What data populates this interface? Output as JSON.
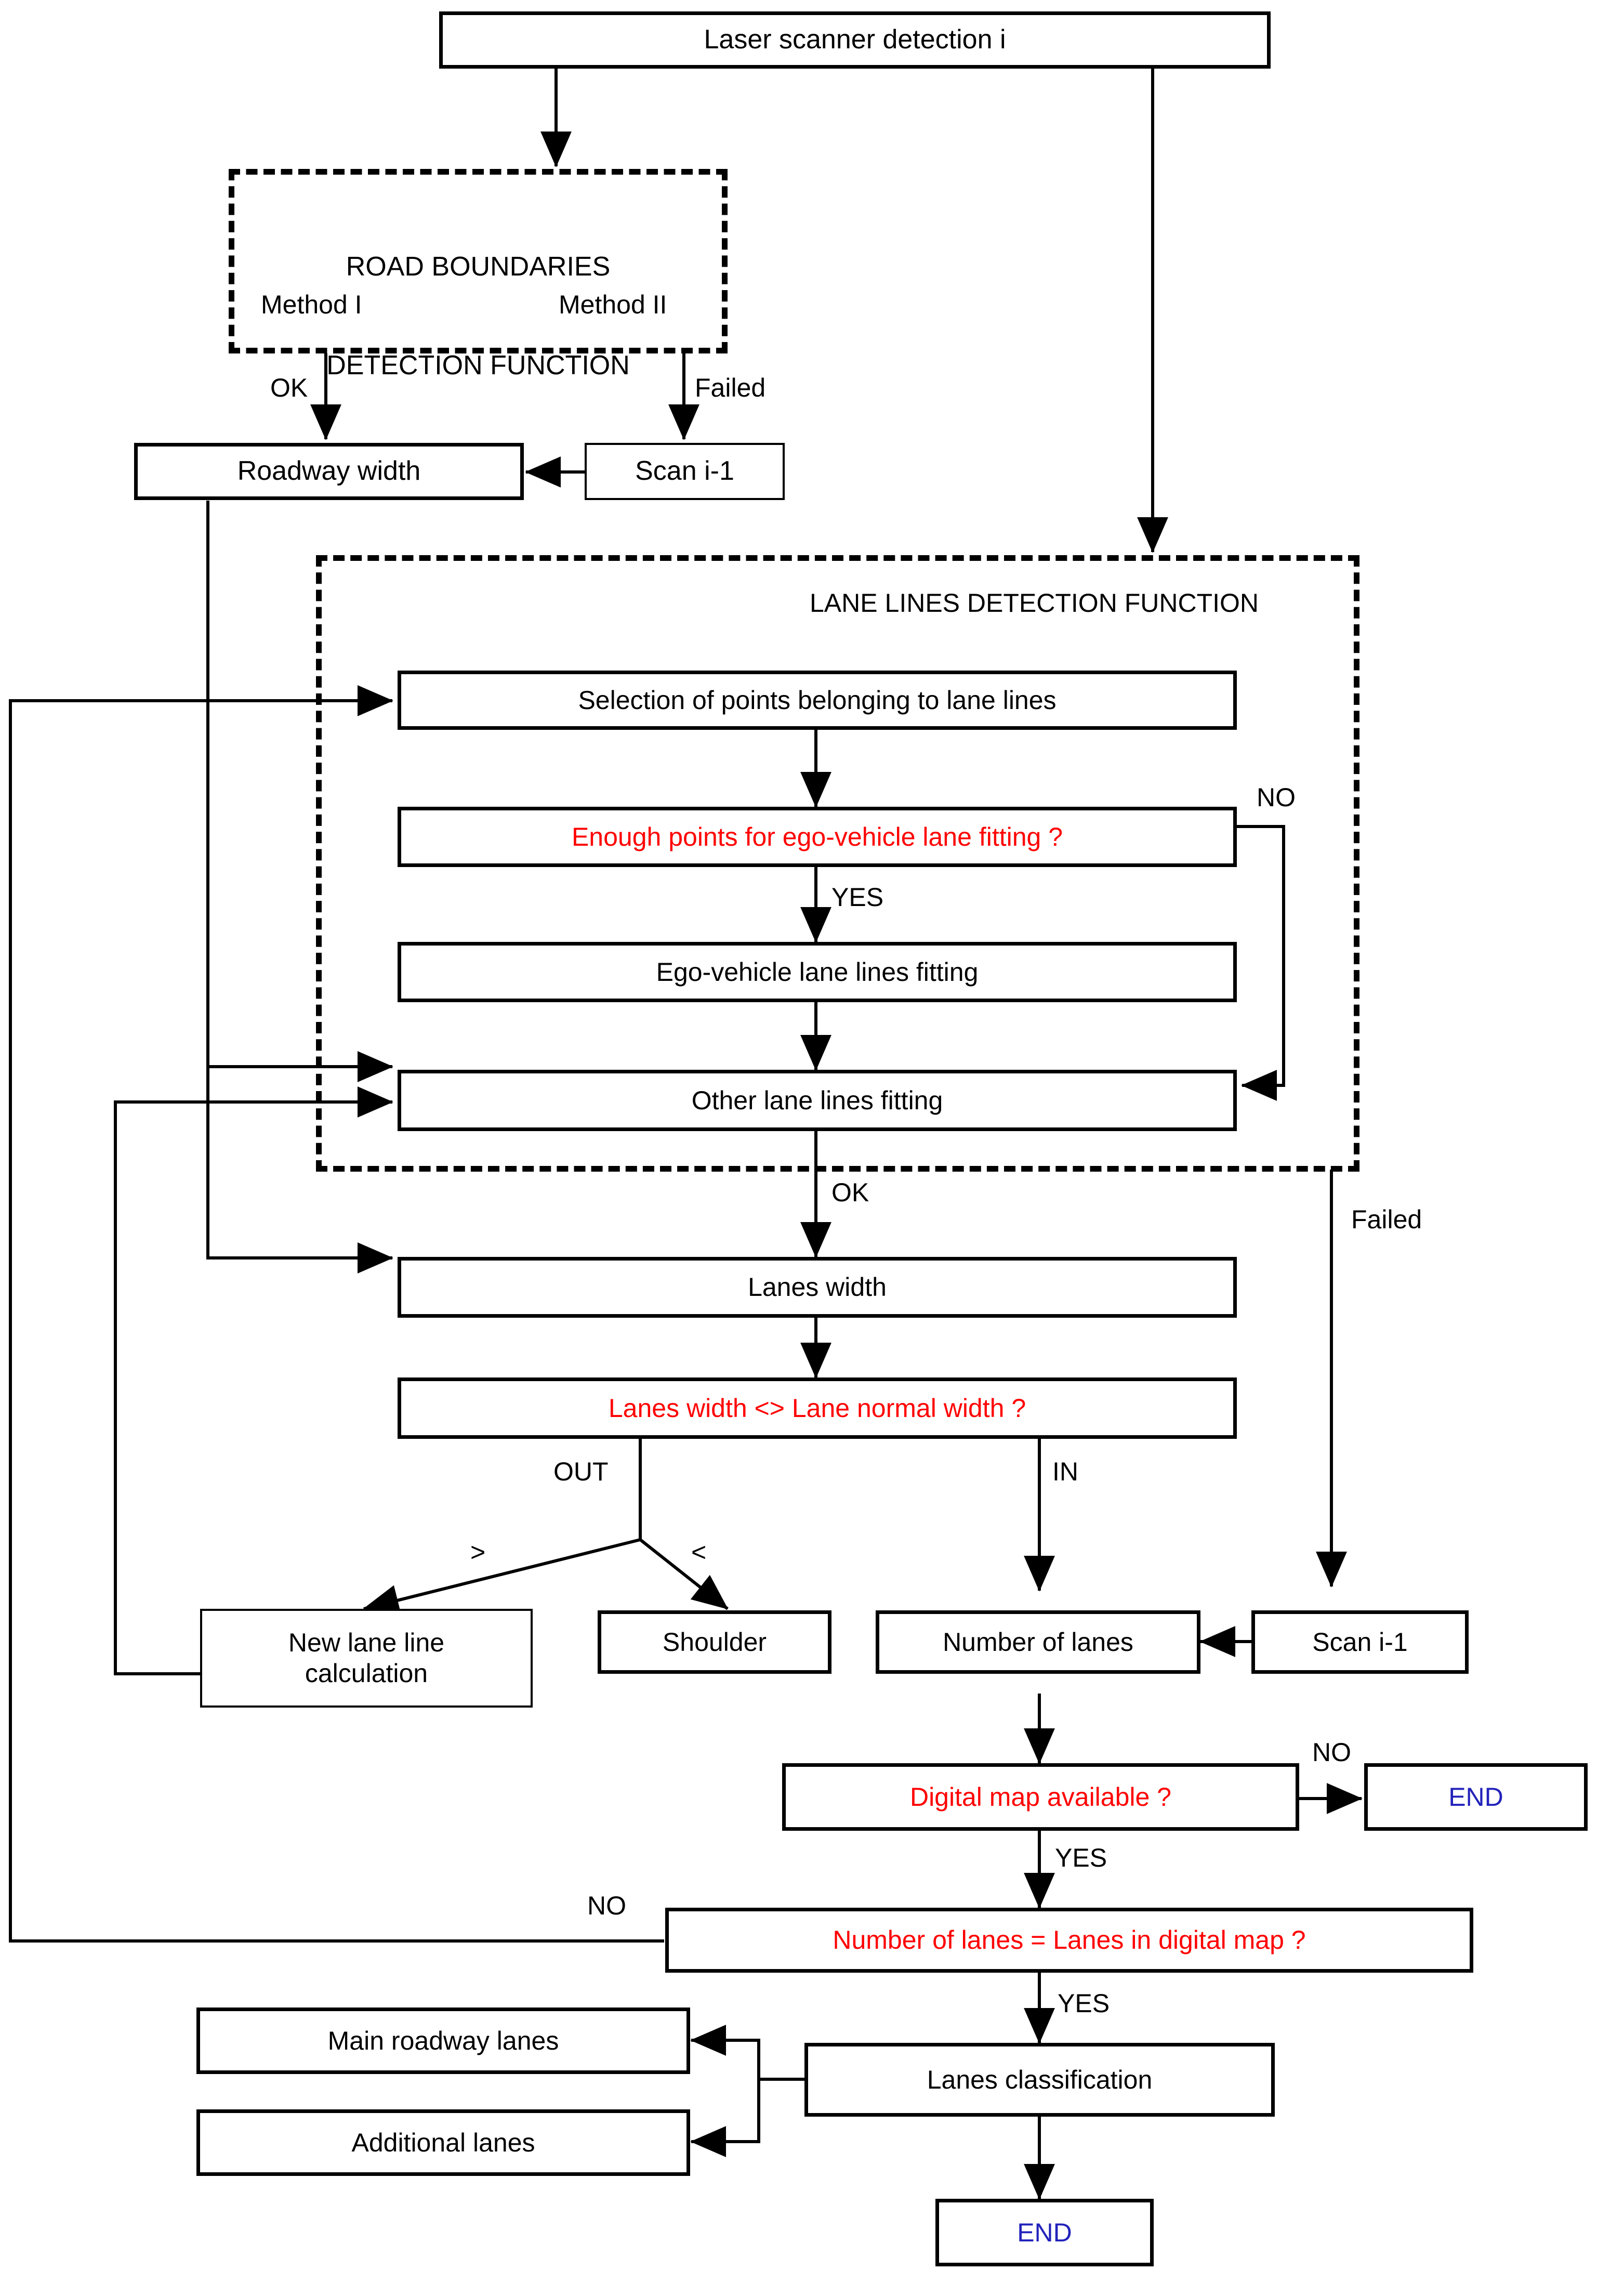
{
  "diagram": {
    "title": "Road boundaries and lane lines detection flowchart",
    "colors": {
      "decision_text": "#ff0000",
      "terminal_text": "#2222bb",
      "line": "#000000",
      "box_fill": "#ffffff"
    },
    "groups": [
      {
        "id": "road-boundaries-group",
        "title_line1": "ROAD BOUNDARIES",
        "title_line2": "DETECTION FUNCTION",
        "method_1": "Method I",
        "method_2": "Method II"
      },
      {
        "id": "lane-lines-group",
        "title": "LANE LINES DETECTION FUNCTION"
      }
    ],
    "nodes": [
      {
        "id": "laser-scanner-detection",
        "label": "Laser scanner detection i",
        "kind": "process"
      },
      {
        "id": "roadway-width",
        "label": "Roadway width",
        "kind": "process"
      },
      {
        "id": "scan-prev-top",
        "label": "Scan i-1",
        "kind": "process"
      },
      {
        "id": "selection-of-points",
        "label": "Selection of points belonging to lane lines",
        "kind": "process"
      },
      {
        "id": "enough-points-decision",
        "label": "Enough points for ego-vehicle lane fitting ?",
        "kind": "decision"
      },
      {
        "id": "ego-vehicle-lane-lines-fitting",
        "label": "Ego-vehicle lane lines fitting",
        "kind": "process"
      },
      {
        "id": "other-lane-lines-fitting",
        "label": "Other lane lines fitting",
        "kind": "process"
      },
      {
        "id": "lanes-width",
        "label": "Lanes width",
        "kind": "process"
      },
      {
        "id": "lanes-width-decision",
        "label": "Lanes width <> Lane normal width ?",
        "kind": "decision"
      },
      {
        "id": "new-lane-line-calculation",
        "label": "New lane line\ncalculation",
        "kind": "process"
      },
      {
        "id": "shoulder",
        "label": "Shoulder",
        "kind": "process"
      },
      {
        "id": "number-of-lanes",
        "label": "Number of lanes",
        "kind": "process"
      },
      {
        "id": "scan-prev-bottom",
        "label": "Scan i-1",
        "kind": "process"
      },
      {
        "id": "digital-map-decision",
        "label": "Digital map available ?",
        "kind": "decision"
      },
      {
        "id": "end-right",
        "label": "END",
        "kind": "terminal"
      },
      {
        "id": "lanes-equal-map-decision",
        "label": "Number of lanes = Lanes in digital map ?",
        "kind": "decision"
      },
      {
        "id": "main-roadway-lanes",
        "label": "Main roadway lanes",
        "kind": "process"
      },
      {
        "id": "additional-lanes",
        "label": "Additional lanes",
        "kind": "process"
      },
      {
        "id": "lanes-classification",
        "label": "Lanes classification",
        "kind": "process"
      },
      {
        "id": "end-bottom",
        "label": "END",
        "kind": "terminal"
      }
    ],
    "edge_labels": [
      {
        "id": "edge-label-ok-boundaries",
        "text": "OK"
      },
      {
        "id": "edge-label-failed-boundaries",
        "text": "Failed"
      },
      {
        "id": "edge-label-no-enough-points",
        "text": "NO"
      },
      {
        "id": "edge-label-yes-enough-points",
        "text": "YES"
      },
      {
        "id": "edge-label-ok-lanelines",
        "text": "OK"
      },
      {
        "id": "edge-label-failed-lanelines",
        "text": "Failed"
      },
      {
        "id": "edge-label-out",
        "text": "OUT"
      },
      {
        "id": "edge-label-in",
        "text": "IN"
      },
      {
        "id": "edge-label-greater",
        "text": ">"
      },
      {
        "id": "edge-label-less",
        "text": "<"
      },
      {
        "id": "edge-label-no-digital-map",
        "text": "NO"
      },
      {
        "id": "edge-label-yes-digital-map",
        "text": "YES"
      },
      {
        "id": "edge-label-no-lanes-equal",
        "text": "NO"
      },
      {
        "id": "edge-label-yes-lanes-equal",
        "text": "YES"
      }
    ]
  }
}
